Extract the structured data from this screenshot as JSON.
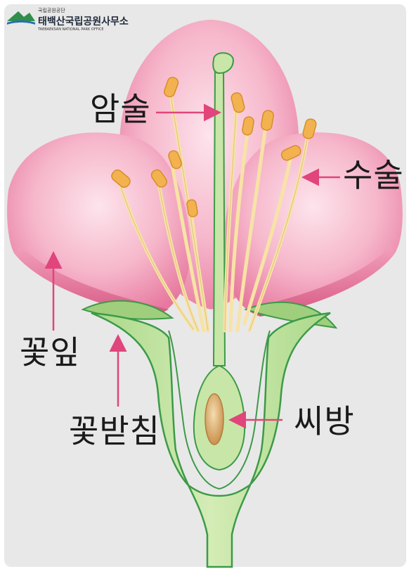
{
  "logo": {
    "org_small": "국립공원공단",
    "office_name": "태백산국립공원사무소",
    "office_name_en": "TAEBAEKSAN NATIONAL PARK OFFICE",
    "icon": "mountain-logo-icon"
  },
  "labels": {
    "pistil": "암술",
    "stamen": "수술",
    "petal": "꽃잎",
    "receptacle": "꽃받침",
    "ovary": "씨방"
  },
  "colors": {
    "background": "#e8e8e8",
    "petal": "#f4a7c0",
    "petal_dark": "#d9658f",
    "stem": "#b6dc92",
    "stem_outline": "#3c9a48",
    "anther": "#f2b24f",
    "filament": "#f7e3a6",
    "arrow": "#e0457b",
    "label_text": "#1a1a1a"
  }
}
